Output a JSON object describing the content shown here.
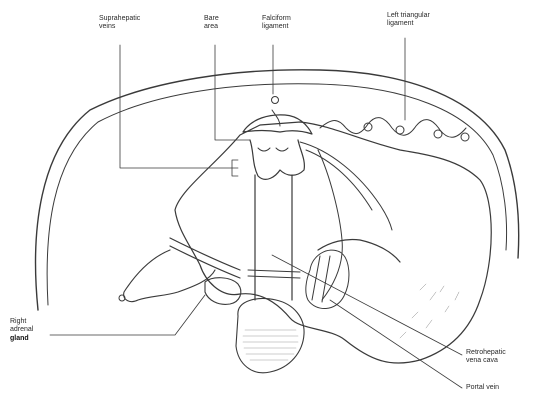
{
  "labels": {
    "suprahepatic_veins": "Suprahepatic\nveins",
    "bare_area": "Bare\narea",
    "falciform_ligament": "Falciform\nligament",
    "left_triangular_ligament": "Left triangular\nligament",
    "right_adrenal": "Right\nadrenal",
    "gland": "gland",
    "retrohepatic_vena_cava": "Retrohepatic\nvena cava",
    "portal_vein": "Portal vein"
  },
  "colors": {
    "ink": "#3a3a3a",
    "background": "#ffffff",
    "shade": "#b8b8b8"
  }
}
